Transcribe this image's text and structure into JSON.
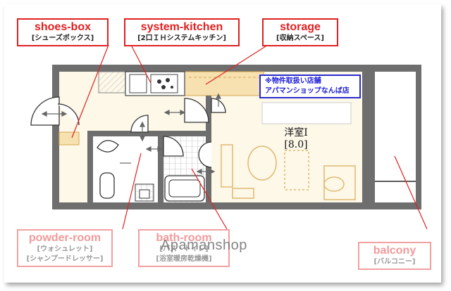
{
  "labels": {
    "shoes_box": {
      "en": "shoes-box",
      "ja": "[シューズボックス]"
    },
    "system_kitchen": {
      "en": "system-kitchen",
      "ja": "[2口ＩＨシステムキッチン]"
    },
    "storage": {
      "en": "storage",
      "ja": "[収納スペース]"
    },
    "powder_room": {
      "en": "powder-room",
      "ja1": "[ウォシュレット]",
      "ja2": "[シャンプードレッサー]"
    },
    "bath_room": {
      "en": "bath-room",
      "ja1": "[バス・トイレ]",
      "ja2": "[浴室暖房乾燥機]"
    },
    "balcony": {
      "en": "balcony",
      "ja": "[バルコニー]"
    }
  },
  "notice": {
    "line1": "※物件取扱い店舗",
    "line2": "アパマンショップなんば店"
  },
  "room": {
    "name": "洋室Ⅰ",
    "size": "[8.0]"
  },
  "watermark": "Apamanshop",
  "colors": {
    "label_red": "#e02020",
    "notice_blue": "#2a2ad0",
    "wall_gray": "#6e6e6e",
    "floor_wood": "#f7e9c9",
    "floor_cream": "#fdf8e8"
  }
}
